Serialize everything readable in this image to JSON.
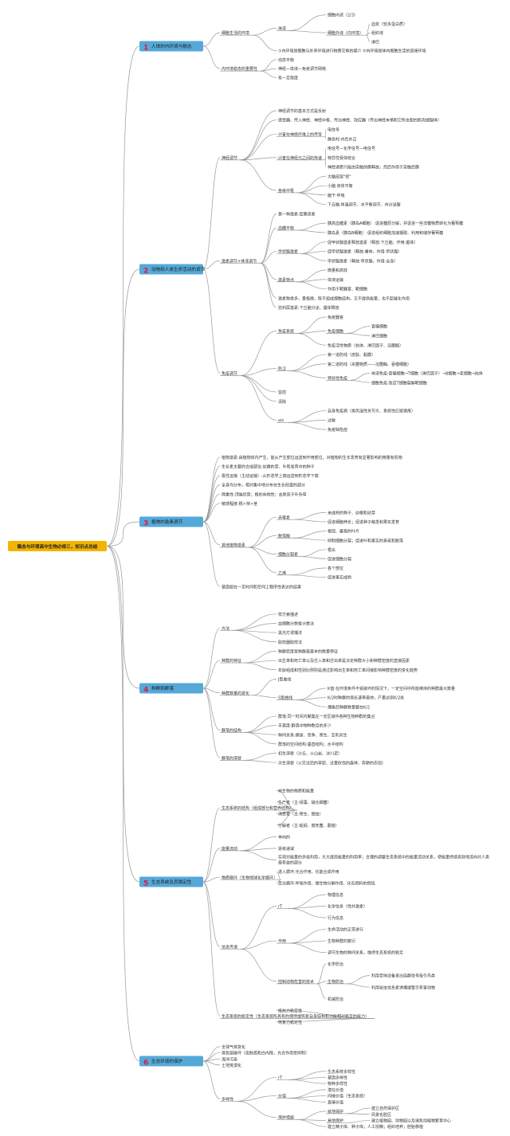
{
  "root": "稳态与环境高中生物必修三，知识点总结",
  "colors": {
    "root_fill": "#f2b400",
    "section_fill": "#55a9d8",
    "number": "#e2173f",
    "line": "#9a9a9a",
    "text": "#333333"
  },
  "sections": [
    {
      "number": "1",
      "label": "人体的内环境与稳态",
      "children": [
        {
          "label": "细胞生活的环境",
          "children": [
            {
              "label": "体液",
              "children": [
                {
                  "label": "细胞内液（2/3）"
                },
                {
                  "label": "细胞外液（内环境）",
                  "children": [
                    {
                      "label": "血浆（较多蛋白质）"
                    },
                    {
                      "label": "组织液"
                    },
                    {
                      "label": "淋巴"
                    }
                  ]
                }
              ]
            },
            {
              "label": "①内环境是细胞与外界环境进行物质交换的媒介 ②内环境是体内细胞生活的直接环境"
            }
          ]
        },
        {
          "label": "内环境稳态的重要性",
          "children": [
            {
              "label": "动态平衡"
            },
            {
              "label": "神经—体液—免疫调节网络"
            },
            {
              "label": "有一定限度"
            }
          ]
        }
      ]
    },
    {
      "number": "2",
      "label": "动物和人体生命活动的调节",
      "children": [
        {
          "label": "神经调节",
          "children": [
            {
              "label": "神经调节的基本方式是反射"
            },
            {
              "label": "感受器、传入神经、神经中枢、传出神经、效应器（传出神经末梢和它所支配的肌肉或腺体）"
            },
            {
              "label": "兴奋在神经纤维上的传导",
              "children": [
                {
                  "label": "电信号"
                },
                {
                  "label": "静息时:内负外正"
                }
              ]
            },
            {
              "label": "兴奋在神经元之间的传递",
              "children": [
                {
                  "label": "电信号—化学信号—电信号"
                },
                {
                  "label": "特异性受体结合"
                },
                {
                  "label": "神经递质只能由突触前膜释放，然后作用于突触后膜"
                }
              ]
            },
            {
              "label": "各级中枢",
              "children": [
                {
                  "label": "大脑皮层\"控\""
                },
                {
                  "label": "小脑:身体平衡"
                },
                {
                  "label": "脑干:呼吸"
                },
                {
                  "label": "下丘脑:体温调节、水平衡调节、内分泌腺"
                }
              ]
            }
          ]
        },
        {
          "label": "激素调节+体液调节",
          "children": [
            {
              "label": "第一种激素:促胰液素"
            },
            {
              "label": "血糖平衡",
              "children": [
                {
                  "label": "胰高血糖素（胰岛A细胞）:促进糖原分解，并促进一些非糖物质转化为葡萄糖"
                },
                {
                  "label": "胰岛素（胰岛B细胞）:促进组织细胞加速摄取、利用和储存葡萄糖"
                }
              ]
            },
            {
              "label": "甲状腺激素",
              "children": [
                {
                  "label": "促甲状腺激素释放激素（释放:下丘脑，作用:垂体）"
                },
                {
                  "label": "促甲状腺激素（释放:垂体，作用:甲状腺）"
                },
                {
                  "label": "甲状腺激素（释放:甲状腺，作用:全身）"
                }
              ]
            },
            {
              "label": "激素特点",
              "children": [
                {
                  "label": "微量和高效"
                },
                {
                  "label": "体液运输"
                },
                {
                  "label": "作用于靶器官、靶细胞"
                }
              ]
            },
            {
              "label": "激素种类多，量极微，既不组成细胞结构，又不提供能量，也不起催化作用"
            },
            {
              "label": "抗利尿激素:下丘脑分泌，垂体释放"
            }
          ]
        },
        {
          "label": "免疫调节",
          "children": [
            {
              "label": "免疫系统",
              "children": [
                {
                  "label": "免疫器官"
                },
                {
                  "label": "免疫细胞",
                  "children": [
                    {
                      "label": "吞噬细胞"
                    },
                    {
                      "label": "淋巴细胞"
                    }
                  ]
                },
                {
                  "label": "免疫活性物质（抗体、淋巴因子、溶菌酶）"
                }
              ]
            },
            {
              "label": "防卫",
              "children": [
                {
                  "label": "第一道防线（皮肤、黏膜）"
                },
                {
                  "label": "第二道防线（杀菌物质——溶菌酶、吞噬细胞）"
                },
                {
                  "label": "特异性免疫",
                  "children": [
                    {
                      "label": "体液免疫:吞噬细胞→T细胞（淋巴因子）→B细胞→浆细胞→抗体"
                    },
                    {
                      "label": "细胞免疫:效应T细胞裂解靶细胞"
                    }
                  ]
                }
              ]
            },
            {
              "label": "监控"
            },
            {
              "label": "清除"
            },
            {
              "label": "eH",
              "children": [
                {
                  "label": "自身免疫病（类风湿性关节炎、系统性红斑狼疮）"
                },
                {
                  "label": "过敏"
                },
                {
                  "label": "免疫缺陷症"
                }
              ]
            }
          ]
        }
      ]
    },
    {
      "number": "3",
      "label": "植物的激素调节",
      "children": [
        {
          "label": "植物激素:由植物体内产生，能从产生部位运送到作用部位，对植物的生长发育有显著影响的微量有机物"
        },
        {
          "label": "生长素主要的合成部位:幼嫩的芽、叶和发育中的种子"
        },
        {
          "label": "极性运输（主动运输）:从形态学上端运送到形态学下端"
        },
        {
          "label": "全身均分布，相对集中地分布在生长旺盛的部分"
        },
        {
          "label": "两重性:顶端优势；根的向地性；去除双子叶杂草"
        },
        {
          "label": "敏感程度:根>芽>茎"
        },
        {
          "label": "其他植物激素",
          "children": [
            {
              "label": "赤霉素",
              "children": [
                {
                  "label": "未成熟的种子、幼根和幼芽"
                },
                {
                  "label": "促进细胞伸长；促进种子萌发和果实发育"
                }
              ]
            },
            {
              "label": "脱落酸",
              "children": [
                {
                  "label": "根冠、萎蔫的叶片"
                },
                {
                  "label": "抑制细胞分裂；促进叶和果实的衰老和脱落"
                }
              ]
            },
            {
              "label": "细胞分裂素",
              "children": [
                {
                  "label": "根尖"
                },
                {
                  "label": "促进细胞分裂"
                }
              ]
            },
            {
              "label": "乙烯",
              "children": [
                {
                  "label": "各个部位"
                },
                {
                  "label": "促进果实成熟"
                }
              ]
            }
          ]
        },
        {
          "label": "基因组在一定时间和空间上程序性表达的结果"
        }
      ]
    },
    {
      "number": "4",
      "label": "种群和群落",
      "children": [
        {
          "label": "方法",
          "children": [
            {
              "label": "样方索描述"
            },
            {
              "label": "血细胞计数板计数法"
            },
            {
              "label": "黑光灯诱捕法"
            },
            {
              "label": "取样器取样法"
            }
          ]
        },
        {
          "label": "种群的特征",
          "children": [
            {
              "label": "种群密度是种群最基本的数量特征"
            },
            {
              "label": "出生率和死亡率以及迁入率和迁出率是决定种群大小和种群密度的直接因素"
            },
            {
              "label": "年龄组成和性别比例则是通过影响出生率和死亡率间接影响种群密度的变化趋势"
            }
          ]
        },
        {
          "label": "种群数量的变化",
          "children": [
            {
              "label": "J型曲线"
            },
            {
              "label": "S型曲线",
              "children": [
                {
                  "label": "K值:在环境条件不受破坏的情况下，一定空间中所能维持的种群最大数量"
                },
                {
                  "label": "K/2时种群的增长速率最快，产量达到K/2处"
                },
                {
                  "label": "捕鱼后种群数量要在K/2"
                }
              ]
            }
          ]
        },
        {
          "label": "群落的结构",
          "children": [
            {
              "label": "群落:同一时间内聚集在一定区域中各种生物种群的集合"
            },
            {
              "label": "丰富度:群落中物种数目的多少"
            },
            {
              "label": "种间关系:捕食、竞争、寄生、互利共生"
            },
            {
              "label": "群落的空间结构:垂直结构；水平结构"
            }
          ]
        },
        {
          "label": "群落的演替",
          "children": [
            {
              "label": "初生演替（沙丘、火山岩、冰川泥）"
            },
            {
              "label": "次生演替（火灾过后的草原、过量砍伐的森林、弃耕的农田）"
            }
          ]
        }
      ]
    },
    {
      "number": "5",
      "label": "生态系统及其稳定性",
      "children": [
        {
          "label": "生态系统的结构（组成部分和营养结构）",
          "children": [
            {
              "label": "非生物的物质和能量"
            },
            {
              "label": "生产者（主:绿藻、硝化细菌）"
            },
            {
              "label": "消费者（主:寄生、细虫）"
            },
            {
              "label": "分解者（主:蚯蚓、腐死菌、蘑菇）"
            }
          ]
        },
        {
          "label": "能量流动",
          "children": [
            {
              "label": "单向的"
            },
            {
              "label": "逐级递减"
            },
            {
              "label": "实现对能量的多级利用，大大提高能量的利用率；合理的调整生态系统中的能量流动关系，使能量持续高效地流向对人类最有益的部分"
            }
          ]
        },
        {
          "label": "物质循环（生物地球化学循环）",
          "children": [
            {
              "label": "进入循环:光合作用、化能合成作用"
            },
            {
              "label": "走出循环:呼吸作用、微生物分解作用、化石燃料的燃烧"
            }
          ]
        },
        {
          "label": "信息传递",
          "children": [
            {
              "label": "rT",
              "children": [
                {
                  "label": "物理信息"
                },
                {
                  "label": "化学信息（性外激素）"
                },
                {
                  "label": "行为信息"
                }
              ]
            },
            {
              "label": "作用",
              "children": [
                {
                  "label": "生命活动的正常进行"
                },
                {
                  "label": "生物种群的繁衍"
                },
                {
                  "label": "调节生物的种间关系，维持生态系统的稳定"
                }
              ]
            },
            {
              "label": "控制动物危害的技术",
              "children": [
                {
                  "label": "化学防治"
                },
                {
                  "label": "生物防治",
                  "children": [
                    {
                      "label": "利用音响设备发出结群信号吸引鸟类"
                    },
                    {
                      "label": "利用昆虫信息素诱捕或警示有害动物"
                    }
                  ]
                },
                {
                  "label": "机械防治"
                }
              ]
            }
          ]
        },
        {
          "label": "生态系统的稳定性（生态系统所具有的保持或恢复自身结构和功能相对稳定的能力）",
          "children": [
            {
              "label": "抵抗力稳定性"
            },
            {
              "label": "恢复力稳定性"
            }
          ]
        }
      ]
    },
    {
      "number": "6",
      "label": "生态环境的保护",
      "children": [
        {
          "label": "全球气候变化"
        },
        {
          "label": "臭氧层破坏（皮肤癌和白内障，光合作用受抑制）"
        },
        {
          "label": "海洋污染"
        },
        {
          "label": "土地荒漠化"
        },
        {
          "label": "多样性",
          "children": [
            {
              "label": "rT",
              "children": [
                {
                  "label": "生态系统多样性"
                },
                {
                  "label": "基因多样性"
                },
                {
                  "label": "物种多样性"
                }
              ]
            },
            {
              "label": "价值",
              "children": [
                {
                  "label": "潜在价值"
                },
                {
                  "label": "间接价值（生态系统）"
                },
                {
                  "label": "直接价值"
                }
              ]
            },
            {
              "label": "保护措施",
              "children": [
                {
                  "label": "就地保护",
                  "children": [
                    {
                      "label": "建立自然保护区"
                    },
                    {
                      "label": "风景名胜区"
                    }
                  ]
                },
                {
                  "label": "易地保护",
                  "children": [
                    {
                      "label": "建立植物园、动物园以及濒危动植物繁育中心"
                    }
                  ]
                },
                {
                  "label": "建立精子库、种子库；人工授精；组织培养；胚胎移植"
                }
              ]
            }
          ]
        }
      ]
    }
  ]
}
